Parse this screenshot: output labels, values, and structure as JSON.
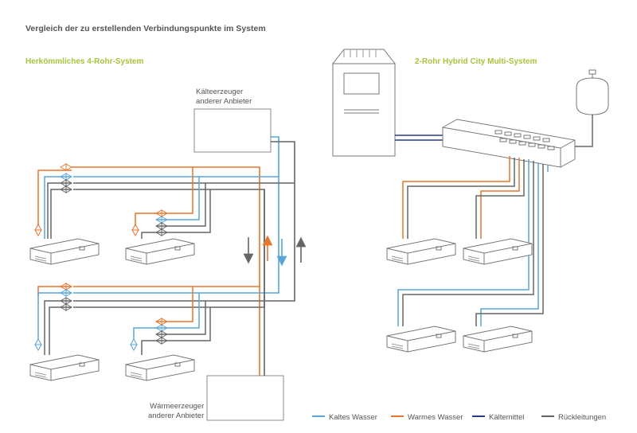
{
  "title": "Vergleich der zu erstellenden Verbindungspunkte im System",
  "left_system": {
    "title": "Herkömmliches 4-Rohr-System",
    "chiller_label": [
      "Kälteerzeuger",
      "anderer Anbieter"
    ],
    "heater_label": [
      "Wärmeerzeuger",
      "anderer Anbieter"
    ]
  },
  "right_system": {
    "title": "2-Rohr Hybrid City Multi-System"
  },
  "legend": [
    {
      "label": "Kaltes Wasser",
      "color": "#5aa6d8"
    },
    {
      "label": "Warmes Wasser",
      "color": "#e8762d"
    },
    {
      "label": "Kältemittel",
      "color": "#283a8c"
    },
    {
      "label": "Rückleitungen",
      "color": "#666666"
    }
  ],
  "colors": {
    "accent_title": "#a8c43a",
    "cold": "#5aa6d8",
    "warm": "#e8762d",
    "refrigerant": "#283a8c",
    "return": "#666666"
  }
}
